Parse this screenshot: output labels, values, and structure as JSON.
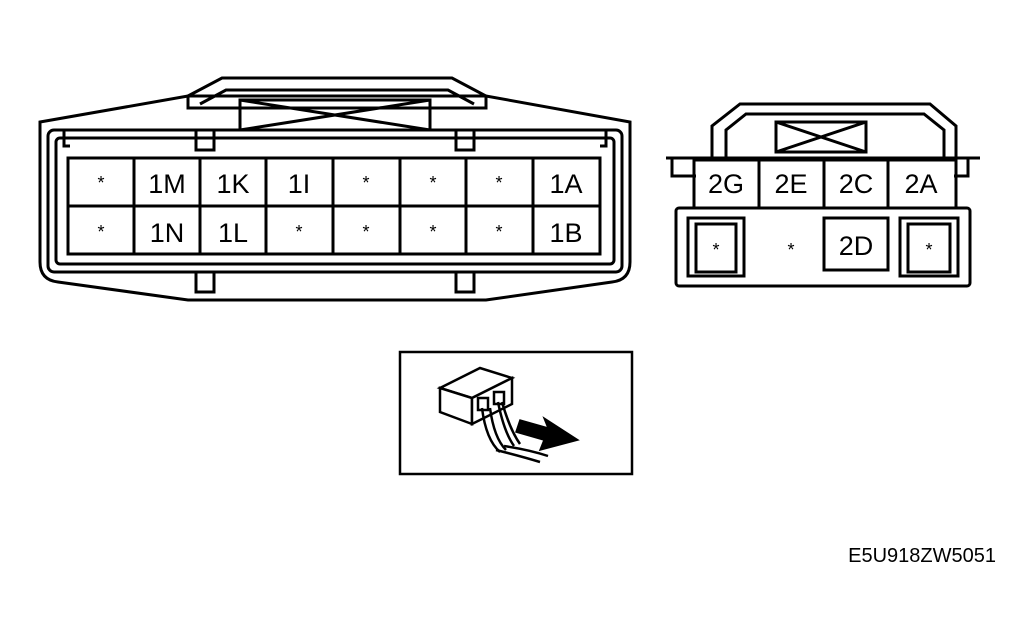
{
  "connector_1": {
    "row_top": [
      "*",
      "1M",
      "1K",
      "1I",
      "*",
      "*",
      "*",
      "1A"
    ],
    "row_bottom": [
      "*",
      "1N",
      "1L",
      "*",
      "*",
      "*",
      "*",
      "1B"
    ]
  },
  "connector_2": {
    "row_top": [
      "2G",
      "2E",
      "2C",
      "2A"
    ],
    "row_bottom": [
      "*",
      "*",
      "2D",
      "*"
    ]
  },
  "figure_code": "E5U918ZW5051"
}
